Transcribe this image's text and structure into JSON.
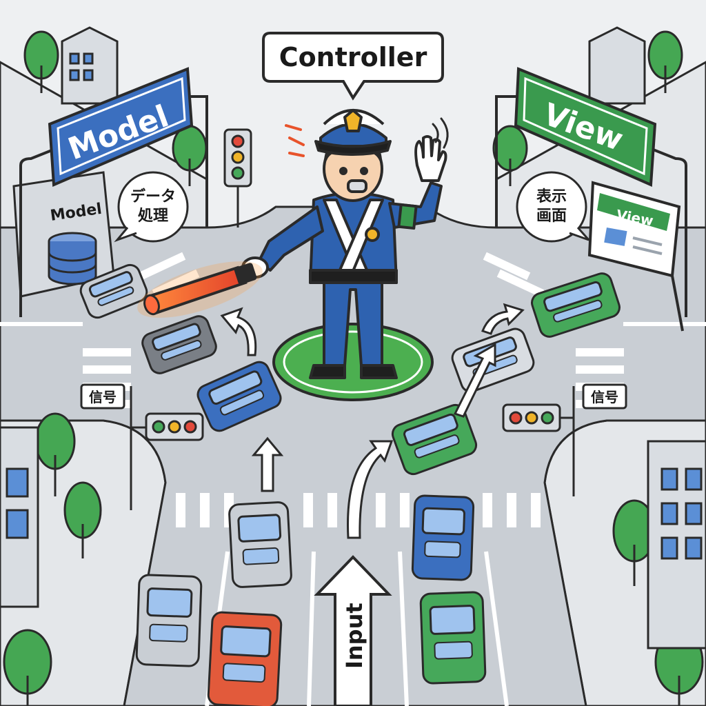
{
  "labels": {
    "controller": "Controller",
    "model_sign": "Model",
    "view_sign": "View",
    "model_building": "Model",
    "view_screen": "View",
    "model_bubble_line1": "データ",
    "model_bubble_line2": "処理",
    "view_bubble_line1": "表示",
    "view_bubble_line2": "画面",
    "signal_left": "信号",
    "signal_right": "信号",
    "input_arrow": "Input"
  },
  "colors": {
    "model_blue": "#3b6fbf",
    "view_green": "#3a9a4e",
    "road": "#c9ced4",
    "police_blue": "#2e62b0",
    "baton_red": "#e8532b",
    "grass": "#4caf50"
  },
  "icons": [
    "traffic-light-icon",
    "police-officer-icon",
    "whistle-icon",
    "baton-icon",
    "car-icon",
    "tree-icon",
    "building-icon",
    "database-icon",
    "monitor-icon",
    "arrow-icon"
  ]
}
